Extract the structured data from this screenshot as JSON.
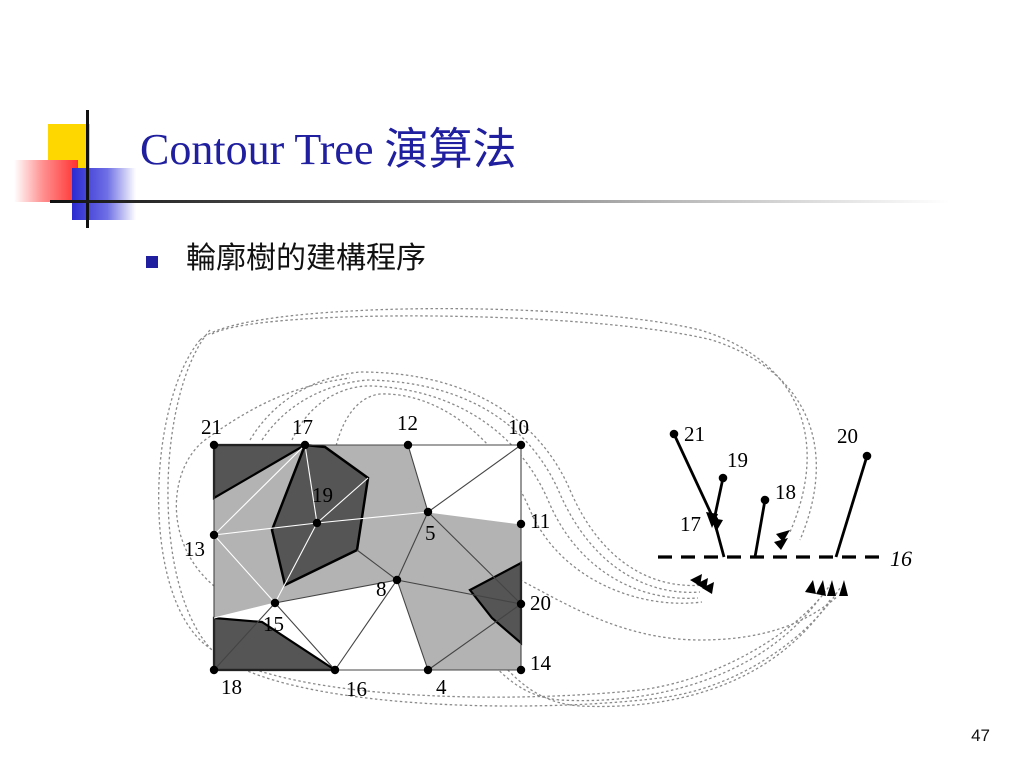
{
  "slide": {
    "title": "Contour Tree 演算法",
    "bullet": "輪廓樹的建構程序",
    "page_number": "47"
  },
  "colors": {
    "title": "#1f1f9f",
    "accent_yellow": "#ffd700",
    "accent_red": "#ff3030",
    "accent_blue": "#2b2bd0",
    "region_dark": "#555555",
    "region_light": "#b3b3b3"
  },
  "figure": {
    "mesh_labels": {
      "n21": "21",
      "n17": "17",
      "n12": "12",
      "n10": "10",
      "n19": "19",
      "n5": "5",
      "n11": "11",
      "n13": "13",
      "n8": "8",
      "n20": "20",
      "n15": "15",
      "n14": "14",
      "n18": "18",
      "n16": "16",
      "n4": "4"
    },
    "tree_labels": {
      "t21": "21",
      "t19": "19",
      "t18": "18",
      "t17": "17",
      "t20": "20",
      "t16": "16"
    }
  }
}
